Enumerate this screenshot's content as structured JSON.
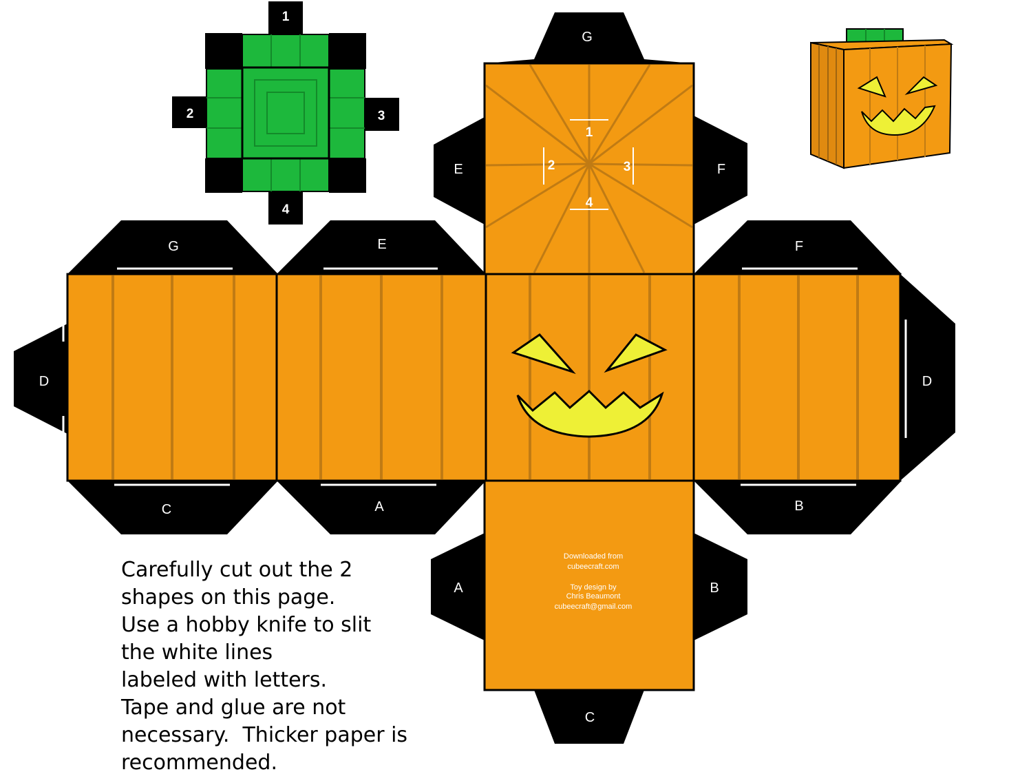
{
  "tab_labels": {
    "g": "G",
    "e": "E",
    "f": "F",
    "d": "D",
    "c": "C",
    "a": "A",
    "b": "B"
  },
  "lid_tab_numbers": [
    "1",
    "2",
    "3",
    "4"
  ],
  "top_face_numbers": [
    "1",
    "2",
    "3",
    "4"
  ],
  "credits": [
    "Downloaded from",
    "cubeecraft.com",
    "",
    "Toy design by",
    "Chris Beaumont",
    "cubeecraft@gmail.com"
  ],
  "instructions": [
    "Carefully cut out the 2",
    "shapes on this page.",
    "Use a hobby knife to slit",
    "the white lines",
    "labeled with letters.",
    "Tape and glue are not",
    "necessary.  Thicker paper is",
    "recommended."
  ],
  "colors": {
    "orange": "#F39A12",
    "orange_stripe": "#C07B14",
    "green": "#1DB83C",
    "green_line": "#138A2A",
    "black": "#000000",
    "face_yellow": "#EEF036"
  }
}
